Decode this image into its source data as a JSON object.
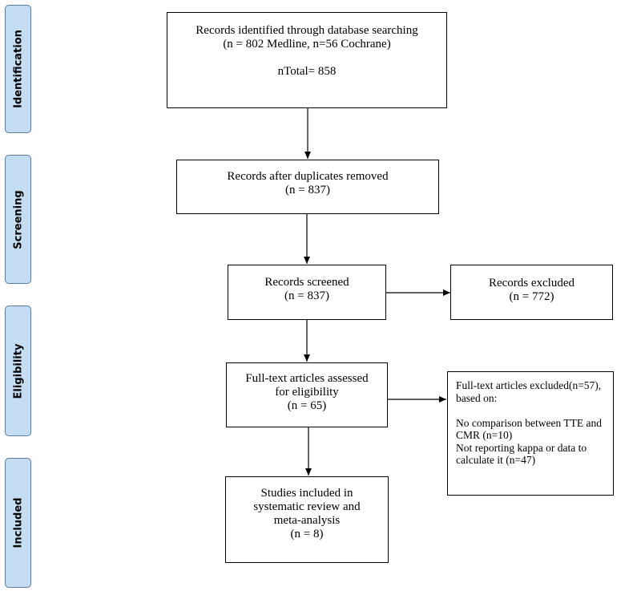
{
  "stages": [
    {
      "id": "identification",
      "label": "Identification"
    },
    {
      "id": "screening",
      "label": "Screening"
    },
    {
      "id": "eligibility",
      "label": "Eligibility"
    },
    {
      "id": "included",
      "label": "Included"
    }
  ],
  "boxes": {
    "identified": {
      "lines": [
        "Records identified through database searching",
        "(n = 802 Medline, n=56 Cochrane)",
        "",
        "nTotal= 858"
      ]
    },
    "duplicates_removed": {
      "lines": [
        "Records after duplicates removed",
        "(n = 837)"
      ]
    },
    "screened": {
      "lines": [
        "Records screened",
        "(n = 837)"
      ]
    },
    "excluded": {
      "lines": [
        "Records excluded",
        "(n = 772)"
      ]
    },
    "fulltext_assessed": {
      "lines": [
        "Full-text articles assessed",
        "for eligibility",
        "(n = 65)"
      ]
    },
    "fulltext_excluded": {
      "lines": [
        "Full-text articles excluded(n=57),",
        "based on:",
        "",
        "No comparison between TTE and",
        "CMR (n=10)",
        "Not reporting kappa or data to",
        "calculate it (n=47)"
      ]
    },
    "included": {
      "lines": [
        "Studies included in",
        "systematic review and",
        "meta-analysis",
        "(n = 8)"
      ]
    }
  },
  "colors": {
    "stage_fill": "#c5ddf2",
    "stage_border": "#5b7d9c",
    "box_border": "#000000",
    "arrow": "#000000"
  }
}
